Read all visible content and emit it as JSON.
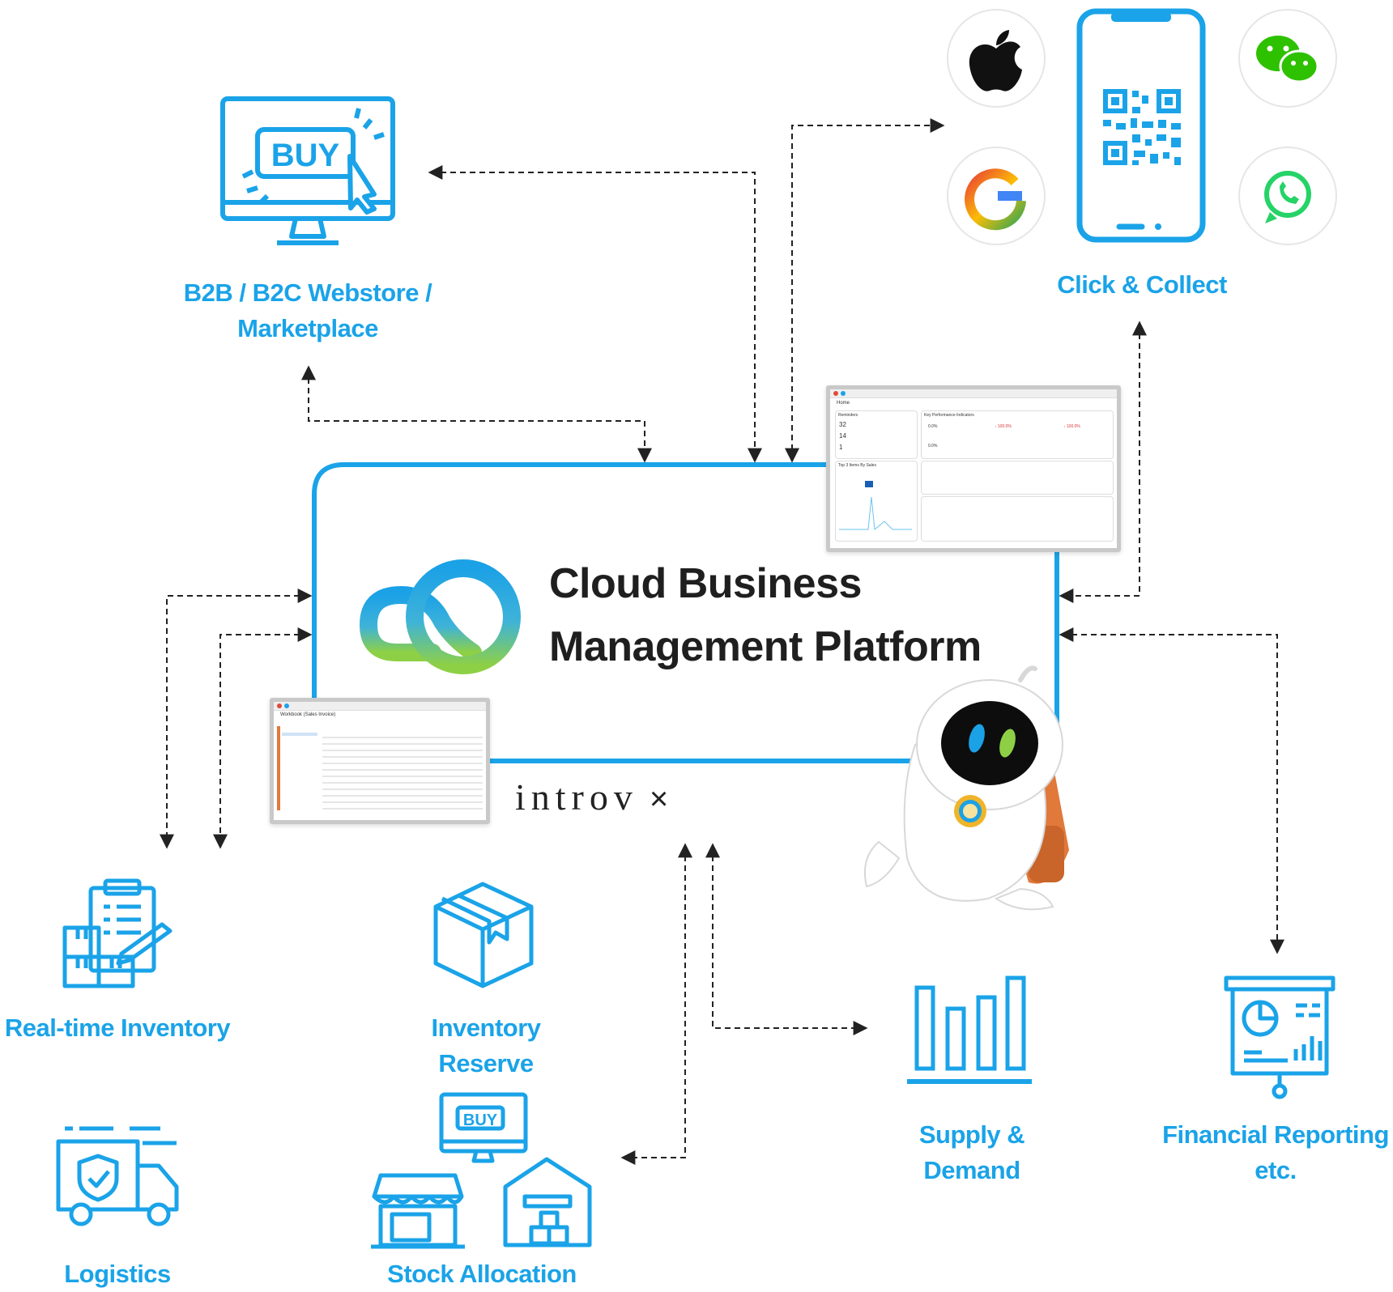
{
  "title": {
    "line1": "Cloud Business",
    "line2": "Management Platform"
  },
  "brand": {
    "name": "introv",
    "mark": "×"
  },
  "nodes": {
    "webstore": {
      "line1": "B2B / B2C Webstore /",
      "line2": "Marketplace",
      "icon": "monitor-buy-icon"
    },
    "click_collect": {
      "line1": "Click & Collect",
      "icon": "phone-qr-icon"
    },
    "realtime_inventory": {
      "line1": "Real-time Inventory",
      "icon": "clipboard-boxes-icon"
    },
    "inventory_reserve": {
      "line1": "Inventory",
      "line2": "Reserve",
      "icon": "package-box-icon"
    },
    "logistics": {
      "line1": "Logistics",
      "icon": "delivery-truck-icon"
    },
    "stock_allocation": {
      "line1": "Stock Allocation",
      "icon": "store-warehouse-icon"
    },
    "supply_demand": {
      "line1": "Supply &",
      "line2": "Demand",
      "icon": "bar-chart-icon"
    },
    "financial_reporting": {
      "line1": "Financial Reporting",
      "line2": "etc.",
      "icon": "presentation-board-icon"
    }
  },
  "channel_icons": [
    "apple-icon",
    "wechat-icon",
    "google-icon",
    "whatsapp-icon"
  ],
  "buy_text": "BUY",
  "dashboard": {
    "home": "Home",
    "reminders": "Reminders",
    "kpi_title": "Key Performance Indicators",
    "kpi_values": [
      "0.0%",
      "↓ 100.0%",
      "↓ 100.0%",
      "0.0%"
    ],
    "top_items": "Top 3 Items By Sales",
    "reminder_counts": [
      "32",
      "14",
      "1"
    ]
  },
  "workbench": {
    "title": "Workbook (Sales Invoice)"
  },
  "colors": {
    "accent": "#1aa3e8",
    "text_dark": "#1f1f1f",
    "robot_orange": "#e0793a",
    "cloud_blue": "#1ba1e6",
    "cloud_green": "#8ed045"
  }
}
